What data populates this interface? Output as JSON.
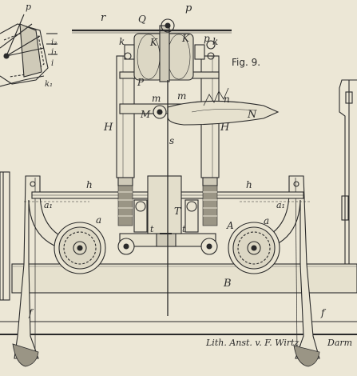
{
  "figure": {
    "caption": "Fig. 9.",
    "lithographer": "Lith. Anst. v. F. Wirtz,",
    "place_fragment": "Darm"
  },
  "labels": {
    "r": "r",
    "Q": "Q",
    "p_top": "p",
    "K_left": "K",
    "K_right": "K",
    "k_left": "k",
    "p_right": "p",
    "k_right": "k",
    "P": "P",
    "m_left": "m",
    "m_right": "m",
    "n": "n",
    "M": "M",
    "N": "N",
    "H_left": "H",
    "H_right": "H",
    "s": "s",
    "h_left": "h",
    "h_right": "h",
    "a1_left": "a₁",
    "a1_right": "a₁",
    "a_left": "a",
    "a_right": "a",
    "T": "T",
    "A": "A",
    "t_left": "t",
    "t_right": "t",
    "B": "B",
    "f_left": "f",
    "f_right": "f"
  },
  "partial_figure": {
    "p": "p",
    "i2": "i₂",
    "i1": "i₁",
    "i": "i",
    "k1": "k₁"
  },
  "colors": {
    "paper": "#ece7d6",
    "ink": "#2a2a2a",
    "hatch": "#6b6b6b"
  }
}
